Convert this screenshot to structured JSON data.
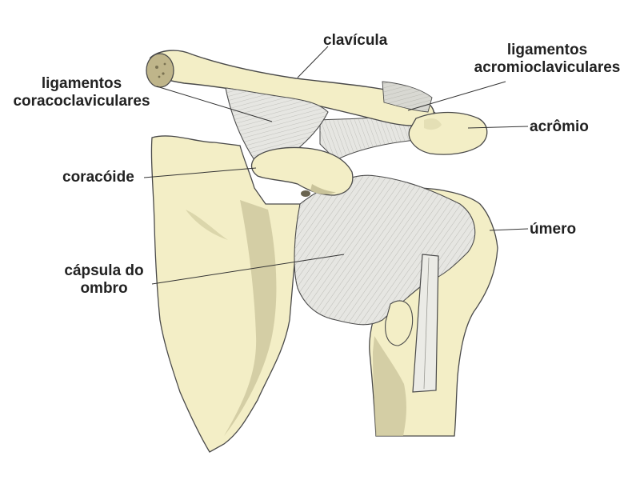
{
  "labels": {
    "clavicula": "clavícula",
    "lig_acromio_1": "ligamentos",
    "lig_acromio_2": "acromioclaviculares",
    "lig_coraco_1": "ligamentos",
    "lig_coraco_2": "coracoclaviculares",
    "acromio": "acrômio",
    "coracoide": "coracóide",
    "umero": "úmero",
    "capsula_1": "cápsula do",
    "capsula_2": "ombro"
  },
  "colors": {
    "bone": "#f3eec6",
    "bone_shade": "#d9d3a8",
    "ligament": "#e6e6e2",
    "line": "#4a4a4a",
    "text": "#222222",
    "leader": "#333333"
  }
}
